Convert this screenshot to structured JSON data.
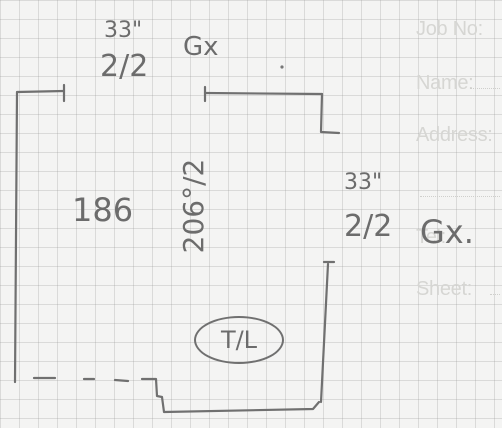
{
  "form": {
    "job_no": "Job No:",
    "name": "Name:",
    "address": "Address:",
    "tel": "Tel:",
    "sheet": "Sheet:"
  },
  "sketch": {
    "top_width": "33\"",
    "top_fraction": "2/2",
    "top_glazing": "Gx",
    "right_width": "33\"",
    "right_fraction": "2/2",
    "right_glazing": "Gx.",
    "left_dimension": "186",
    "center_dimension": "206°/2",
    "circled_label": "T/L"
  },
  "colors": {
    "paper": "#f4f4f3",
    "grid": "#969696",
    "pencil": "#6c6c6c",
    "form_text": "#d6d6d3"
  }
}
